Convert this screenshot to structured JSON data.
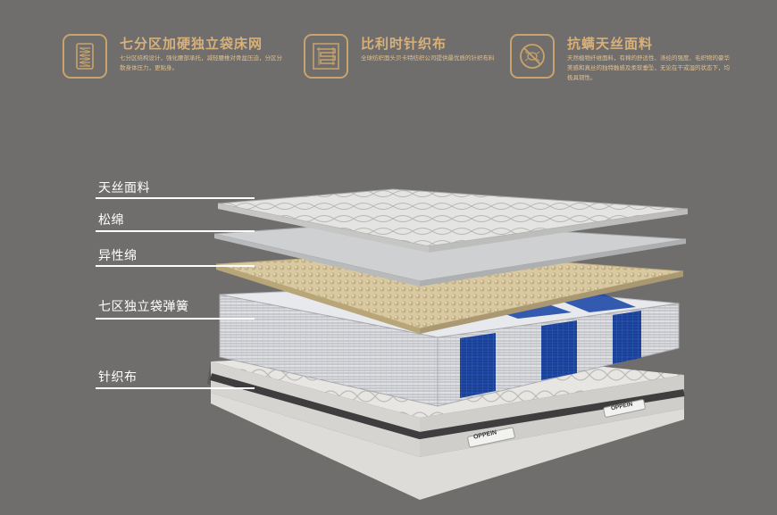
{
  "features": [
    {
      "icon": "pocket-spring-icon",
      "title": "七分区加硬独立袋床网",
      "description": "七分区结构设计，强化腰部承托，减轻腰椎对骨盆压迫，分区分散身体压力，更贴身。"
    },
    {
      "icon": "knit-fabric-icon",
      "title": "比利时针织布",
      "description": "全球纺织面头贝卡特纺织公司提供最优质的针织布料"
    },
    {
      "icon": "anti-mite-icon",
      "title": "抗螨天丝面料",
      "description": "天然植物纤维面料，有棉的舒适性、涤纶的强度、毛织物的豪华美感和真丝的独特触感及柔软垂坠，无论在干或湿的状态下，均极具韧性。"
    }
  ],
  "layers": [
    "天丝面料",
    "松绵",
    "异性绵",
    "七区独立袋弹簧",
    "针织布"
  ],
  "brand": {
    "logo_text": "OPPEIN"
  },
  "colors": {
    "background": "#6f6e6c",
    "accent_gold": "#c9a36d",
    "spring_blue": "#1f4aa8",
    "label_white": "#ffffff"
  }
}
